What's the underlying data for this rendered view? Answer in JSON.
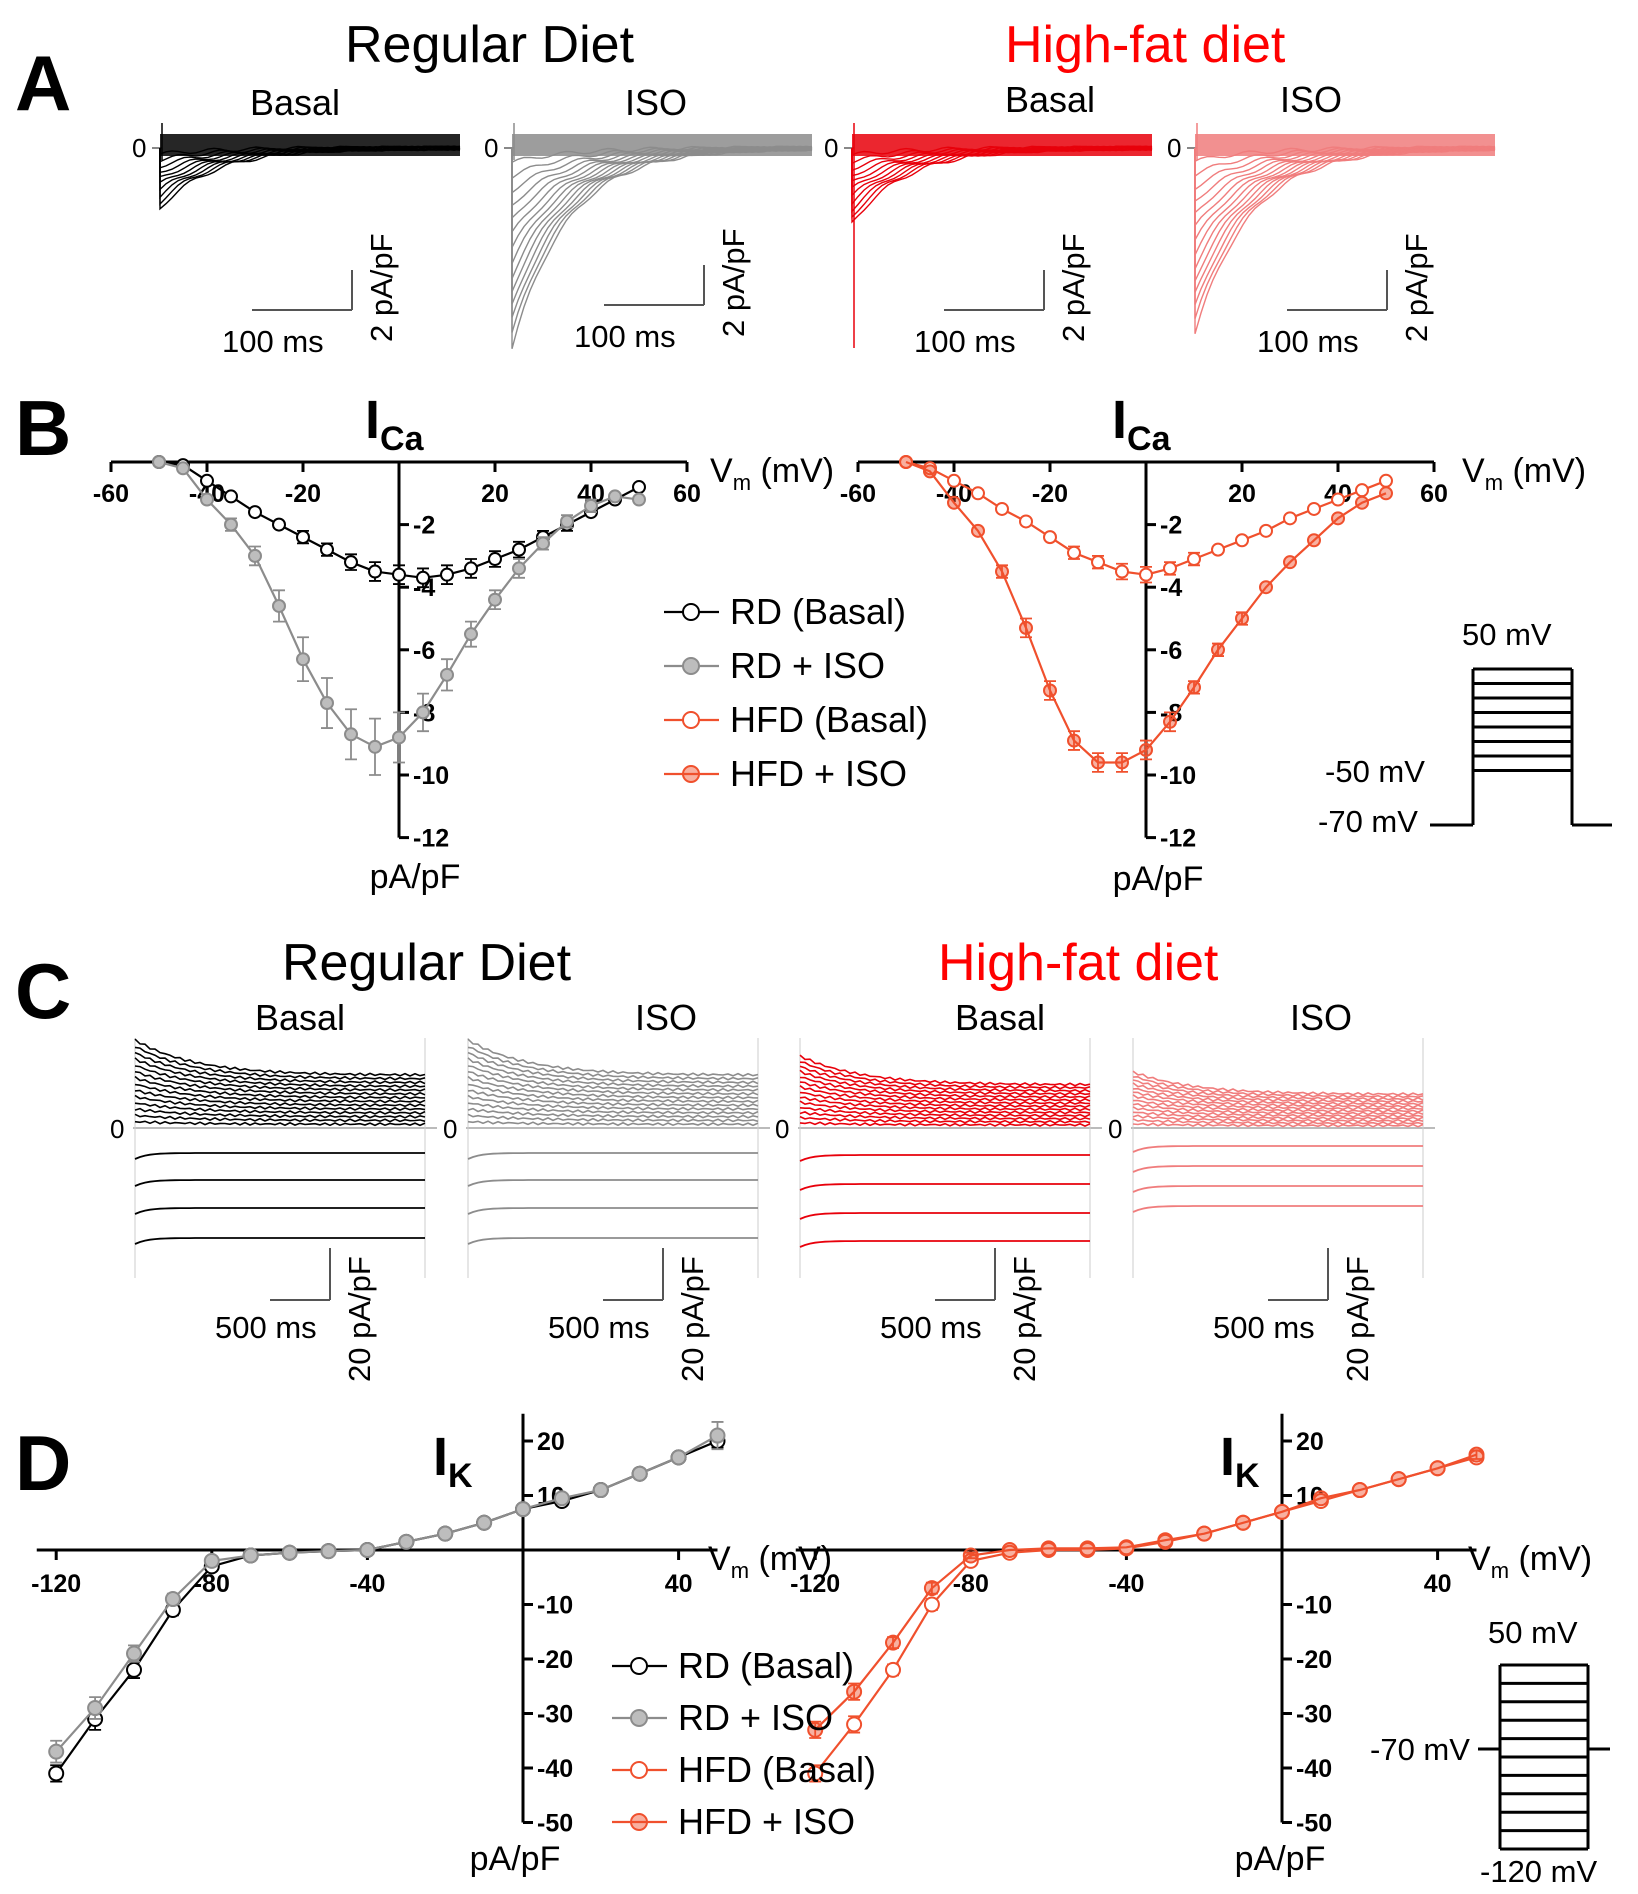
{
  "colors": {
    "rd_basal": "#000000",
    "rd_iso": "#8c8c8c",
    "hfd_basal": "#e8000b",
    "hfd_iso": "#f07d7d",
    "hfd_line": "#f0502d",
    "hfd_title": "#ff0000",
    "axis": "#000000",
    "iso_marker_fill": "#bdbdbd"
  },
  "panels": {
    "A": {
      "letter": "A",
      "group_titles": {
        "rd": "Regular Diet",
        "hfd": "High-fat diet"
      },
      "traces": [
        {
          "label": "Basal",
          "zero": "0",
          "time_scale": "100 ms",
          "current_scale": "2 pA/pF"
        },
        {
          "label": "ISO",
          "zero": "0",
          "time_scale": "100 ms",
          "current_scale": "2 pA/pF"
        },
        {
          "label": "Basal",
          "zero": "0",
          "time_scale": "100 ms",
          "current_scale": "2 pA/pF"
        },
        {
          "label": "ISO",
          "zero": "0",
          "time_scale": "100 ms",
          "current_scale": "2 pA/pF"
        }
      ]
    },
    "B": {
      "letter": "B",
      "protocol": {
        "top": "50 mV",
        "mid": "-50 mV",
        "hold": "-70 mV"
      }
    },
    "C": {
      "letter": "C",
      "group_titles": {
        "rd": "Regular Diet",
        "hfd": "High-fat diet"
      },
      "traces": [
        {
          "label": "Basal",
          "zero": "0",
          "time_scale": "500 ms",
          "current_scale": "20 pA/pF"
        },
        {
          "label": "ISO",
          "zero": "0",
          "time_scale": "500 ms",
          "current_scale": "20 pA/pF"
        },
        {
          "label": "Basal",
          "zero": "0",
          "time_scale": "500 ms",
          "current_scale": "20 pA/pF"
        },
        {
          "label": "ISO",
          "zero": "0",
          "time_scale": "500 ms",
          "current_scale": "20 pA/pF"
        }
      ]
    },
    "D": {
      "letter": "D",
      "protocol": {
        "top": "50 mV",
        "hold": "-70 mV",
        "bottom": "-120 mV"
      }
    }
  },
  "legend_entries": [
    "RD (Basal)",
    "RD + ISO",
    "HFD (Basal)",
    "HFD + ISO"
  ],
  "chart_data": [
    {
      "id": "B-left",
      "type": "line",
      "title": "I",
      "title_subscript": "Ca",
      "xlabel": "V",
      "xlabel_subscript": "m",
      "xlabel_unit": " (mV)",
      "ylabel": "pA/pF",
      "xlim": [
        -60,
        60
      ],
      "ylim": [
        -12,
        0
      ],
      "xticks": [
        -60,
        -40,
        -20,
        20,
        40,
        60
      ],
      "yticks": [
        -2,
        -4,
        -6,
        -8,
        -10,
        -12
      ],
      "x": [
        -50,
        -45,
        -40,
        -35,
        -30,
        -25,
        -20,
        -15,
        -10,
        -5,
        0,
        5,
        10,
        15,
        20,
        25,
        30,
        35,
        40,
        45,
        50
      ],
      "series": [
        {
          "name": "RD (Basal)",
          "color_key": "rd_basal",
          "marker": "open",
          "values": [
            0.0,
            -0.1,
            -0.6,
            -1.1,
            -1.6,
            -2.0,
            -2.4,
            -2.8,
            -3.2,
            -3.5,
            -3.6,
            -3.7,
            -3.6,
            -3.4,
            -3.1,
            -2.8,
            -2.4,
            -2.0,
            -1.6,
            -1.2,
            -0.8
          ],
          "errors": [
            0,
            0,
            0,
            0,
            0,
            0,
            0.2,
            0.2,
            0.25,
            0.3,
            0.3,
            0.3,
            0.3,
            0.3,
            0.25,
            0.25,
            0.2,
            0.2,
            0,
            0,
            0
          ]
        },
        {
          "name": "RD + ISO",
          "color_key": "rd_iso",
          "marker": "filled",
          "values": [
            0.0,
            -0.2,
            -1.2,
            -2.0,
            -3.0,
            -4.6,
            -6.3,
            -7.7,
            -8.7,
            -9.1,
            -8.8,
            -8.0,
            -6.8,
            -5.5,
            -4.4,
            -3.4,
            -2.6,
            -1.9,
            -1.4,
            -1.1,
            -1.2
          ],
          "errors": [
            0,
            0,
            0,
            0.2,
            0.3,
            0.5,
            0.7,
            0.8,
            0.8,
            0.9,
            0.8,
            0.6,
            0.5,
            0.4,
            0.3,
            0.3,
            0.2,
            0.2,
            0.2,
            0,
            0
          ]
        }
      ]
    },
    {
      "id": "B-right",
      "type": "line",
      "title": "I",
      "title_subscript": "Ca",
      "xlabel": "V",
      "xlabel_subscript": "m",
      "xlabel_unit": " (mV)",
      "ylabel": "pA/pF",
      "xlim": [
        -60,
        60
      ],
      "ylim": [
        -12,
        0
      ],
      "xticks": [
        -60,
        -40,
        -20,
        20,
        40,
        60
      ],
      "yticks": [
        -2,
        -4,
        -6,
        -8,
        -10,
        -12
      ],
      "x": [
        -50,
        -45,
        -40,
        -35,
        -30,
        -25,
        -20,
        -15,
        -10,
        -5,
        0,
        5,
        10,
        15,
        20,
        25,
        30,
        35,
        40,
        45,
        50
      ],
      "series": [
        {
          "name": "HFD (Basal)",
          "color_key": "hfd_line",
          "marker": "open",
          "values": [
            0.0,
            -0.2,
            -0.6,
            -1.0,
            -1.5,
            -1.9,
            -2.4,
            -2.9,
            -3.2,
            -3.5,
            -3.6,
            -3.4,
            -3.1,
            -2.8,
            -2.5,
            -2.2,
            -1.8,
            -1.5,
            -1.2,
            -0.9,
            -0.6
          ],
          "errors": [
            0,
            0,
            0,
            0,
            0,
            0,
            0,
            0.2,
            0.2,
            0.25,
            0.25,
            0.2,
            0.2,
            0,
            0,
            0,
            0,
            0,
            0,
            0,
            0
          ]
        },
        {
          "name": "HFD + ISO",
          "color_key": "hfd_line",
          "marker": "filled",
          "values": [
            0.0,
            -0.3,
            -1.3,
            -2.2,
            -3.5,
            -5.3,
            -7.3,
            -8.9,
            -9.6,
            -9.6,
            -9.2,
            -8.3,
            -7.2,
            -6.0,
            -5.0,
            -4.0,
            -3.2,
            -2.5,
            -1.8,
            -1.3,
            -1.0
          ],
          "errors": [
            0,
            0,
            0,
            0,
            0.2,
            0.3,
            0.3,
            0.3,
            0.3,
            0.3,
            0.3,
            0.3,
            0.2,
            0.2,
            0.2,
            0,
            0,
            0,
            0,
            0,
            0
          ]
        }
      ]
    },
    {
      "id": "D-left",
      "type": "line",
      "title": "I",
      "title_subscript": "K",
      "xlabel": "V",
      "xlabel_subscript": "m",
      "xlabel_unit": " (mV)",
      "ylabel": "pA/pF",
      "xlim": [
        -125,
        50
      ],
      "ylim": [
        -50,
        25
      ],
      "xticks": [
        -120,
        -80,
        -40,
        40
      ],
      "yticks": [
        20,
        10,
        -10,
        -20,
        -30,
        -40,
        -50
      ],
      "x": [
        -120,
        -110,
        -100,
        -90,
        -80,
        -70,
        -60,
        -50,
        -40,
        -30,
        -20,
        -10,
        0,
        10,
        20,
        30,
        40,
        50
      ],
      "series": [
        {
          "name": "RD (Basal)",
          "color_key": "rd_basal",
          "marker": "open",
          "values": [
            -41,
            -31,
            -22,
            -11,
            -3,
            -1,
            -0.5,
            -0.2,
            0,
            1.5,
            3,
            5,
            7.5,
            9,
            11,
            14,
            17,
            20
          ],
          "errors": [
            1.5,
            2,
            1.5,
            1,
            0.8,
            0,
            0,
            0,
            0,
            0,
            0,
            0,
            0.6,
            0.8,
            0,
            0,
            0,
            1.2
          ]
        },
        {
          "name": "RD + ISO",
          "color_key": "rd_iso",
          "marker": "filled",
          "values": [
            -37,
            -29,
            -19,
            -9,
            -2,
            -1,
            -0.5,
            -0.2,
            0,
            1.5,
            3,
            5,
            7.5,
            9.5,
            11,
            14,
            17,
            21
          ],
          "errors": [
            2,
            2,
            1.5,
            1,
            0.8,
            0,
            0,
            0,
            0,
            0,
            0,
            0,
            0.6,
            0.8,
            0,
            0,
            0,
            2.5
          ]
        }
      ]
    },
    {
      "id": "D-right",
      "type": "line",
      "title": "I",
      "title_subscript": "K",
      "xlabel": "V",
      "xlabel_subscript": "m",
      "xlabel_unit": " (mV)",
      "ylabel": "pA/pF",
      "xlim": [
        -125,
        50
      ],
      "ylim": [
        -50,
        25
      ],
      "xticks": [
        -120,
        -80,
        -40,
        40
      ],
      "yticks": [
        20,
        10,
        -10,
        -20,
        -30,
        -40,
        -50
      ],
      "x": [
        -120,
        -110,
        -100,
        -90,
        -80,
        -70,
        -60,
        -50,
        -40,
        -30,
        -20,
        -10,
        0,
        10,
        20,
        30,
        40,
        50
      ],
      "series": [
        {
          "name": "HFD (Basal)",
          "color_key": "hfd_line",
          "marker": "open",
          "values": [
            -41,
            -32,
            -22,
            -10,
            -2,
            -0.5,
            0,
            0,
            0.3,
            1.5,
            3,
            5,
            7,
            9,
            11,
            13,
            15,
            17
          ],
          "errors": [
            1.5,
            1.5,
            1,
            1,
            0.8,
            0,
            0,
            0,
            0,
            0,
            0,
            0,
            0,
            0,
            0,
            0,
            0,
            0.8
          ]
        },
        {
          "name": "HFD + ISO",
          "color_key": "hfd_line",
          "marker": "filled",
          "values": [
            -33,
            -26,
            -17,
            -7,
            -1,
            0,
            0.3,
            0.3,
            0.5,
            1.8,
            3,
            5,
            7,
            9.5,
            11,
            13,
            15,
            17.5
          ],
          "errors": [
            1.5,
            1.5,
            1,
            1,
            0.5,
            0,
            0,
            0,
            0,
            0,
            0,
            0,
            0,
            0,
            0,
            0,
            0,
            0.8
          ]
        }
      ]
    }
  ]
}
